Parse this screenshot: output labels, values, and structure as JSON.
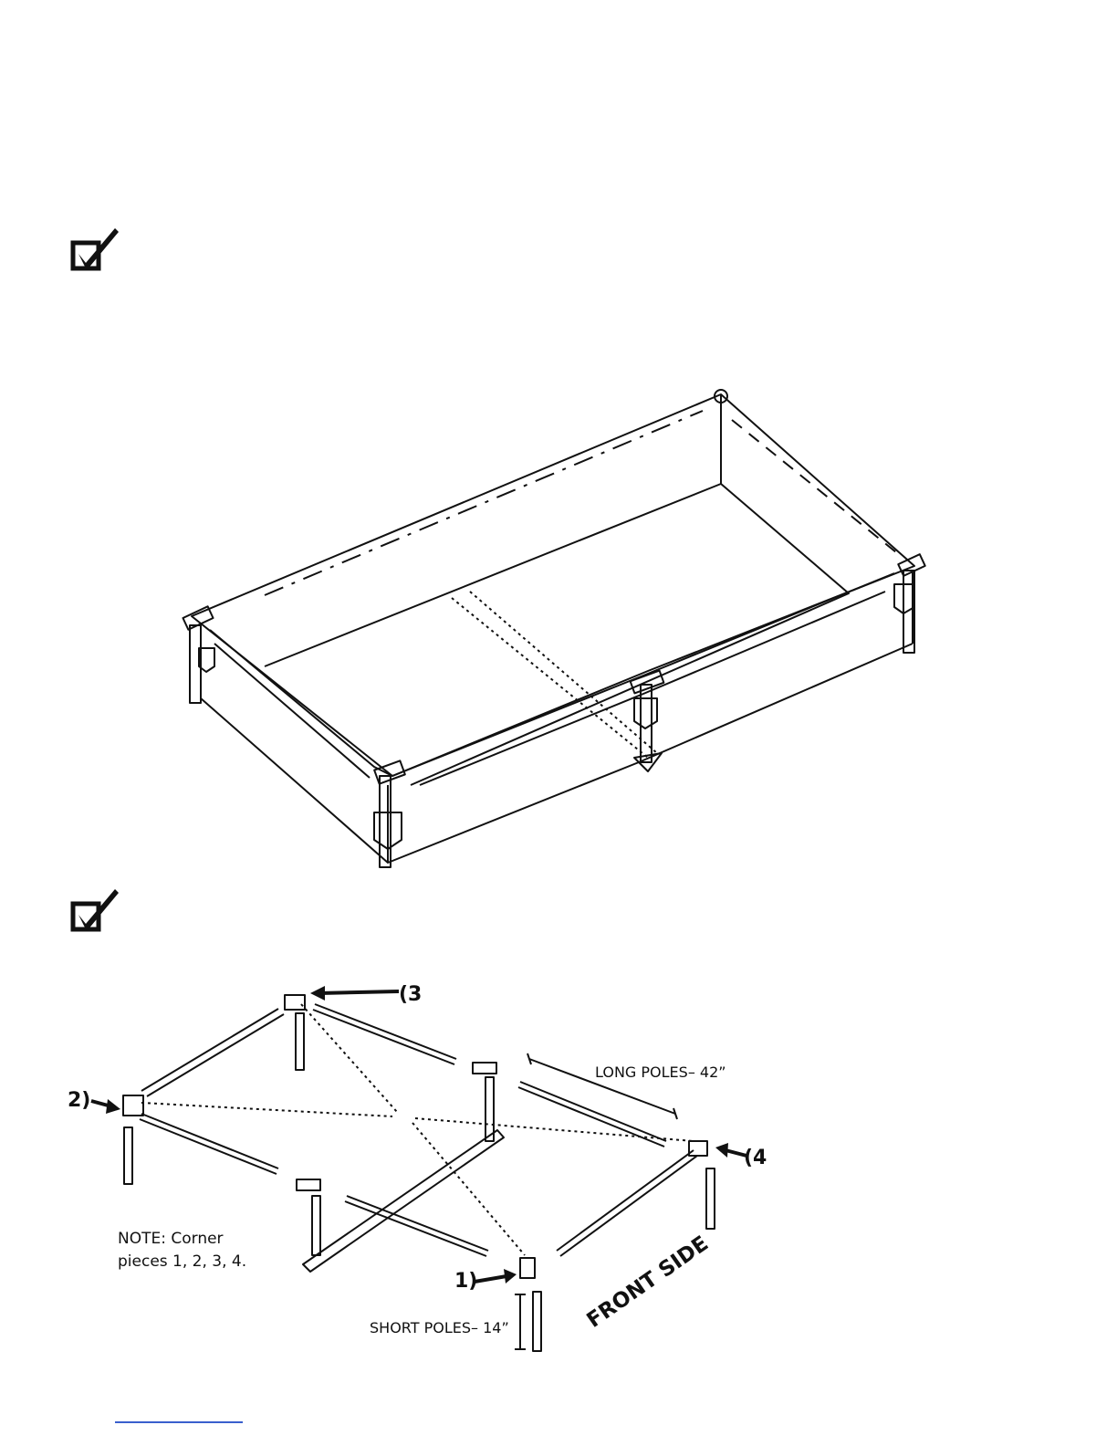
{
  "diagram": {
    "corner_label_1": "1)",
    "corner_label_2": "2)",
    "corner_label_3": "(3",
    "corner_label_4": "(4",
    "long_poles_label": "LONG POLES– 42”",
    "short_poles_label": "SHORT POLES– 14”",
    "front_side_label": "FRONT SIDE",
    "note_line1": "NOTE: Corner",
    "note_line2": "pieces 1, 2, 3, 4."
  },
  "icons": {
    "checklist_1": "checkbox-check-icon",
    "checklist_2": "checkbox-check-icon"
  },
  "colors": {
    "ink": "#111111",
    "link": "#3a5fcd"
  }
}
